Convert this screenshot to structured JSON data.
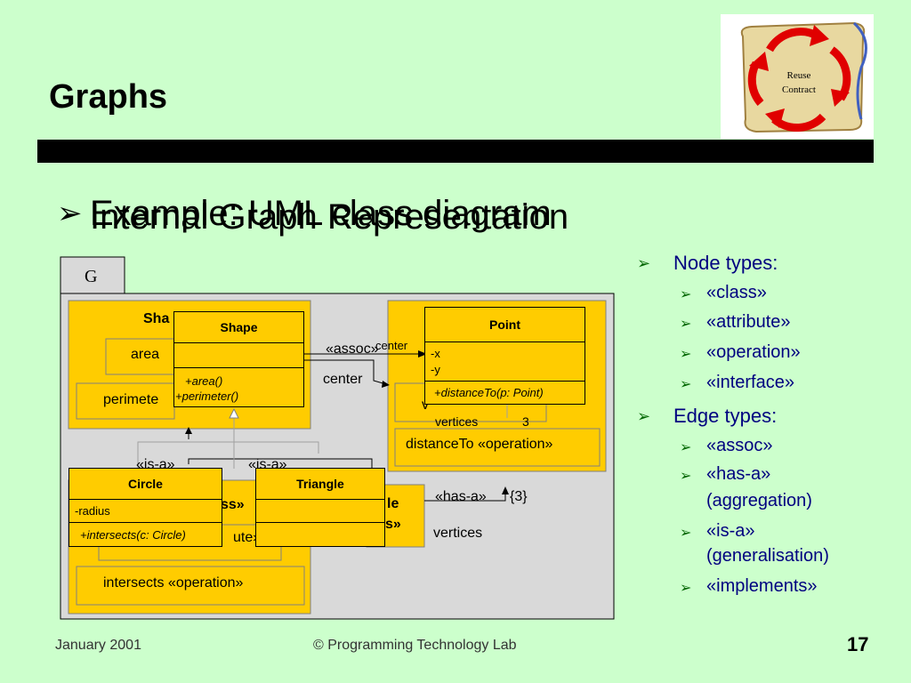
{
  "slide": {
    "title": "Graphs",
    "heading_behind": "Example: UML class diagram",
    "heading_front": "Internal Graph Representation",
    "bullet": "➢",
    "logo_text": [
      "Reuse",
      "Contract"
    ]
  },
  "diagram": {
    "graph_tab": "G",
    "nodes": {
      "shape_group_label": "Sha",
      "area": "area",
      "perimeter": "perimete",
      "point_group_label": "",
      "distanceto_operation": "distanceTo «operation»",
      "circle_group_fragment": "ss»",
      "attribute_fragment": "ute»",
      "intersects_operation": "intersects «operation»",
      "triangle_group_fragment": "le",
      "triangle_group_fragment2": "s»",
      "v_fragment": "v"
    },
    "edge_labels": {
      "assoc": "«assoc»",
      "center_small": "center",
      "center": "center",
      "vertices_small": "vertices",
      "three": "3",
      "is_a_1": "«is-a»",
      "is_a_2": "«is-a»",
      "has_a": "«has-a»",
      "multiplicity": "{3}",
      "vertices": "vertices"
    },
    "classes": {
      "shape": {
        "name": "Shape",
        "ops": [
          "+area()",
          "+perimeter()"
        ]
      },
      "point": {
        "name": "Point",
        "attrs": [
          "-x",
          "-y"
        ],
        "ops": [
          "+distanceTo(p: Point)"
        ]
      },
      "circle": {
        "name": "Circle",
        "attrs": [
          "-radius"
        ],
        "ops": [
          "+intersects(c: Circle)"
        ]
      },
      "triangle": {
        "name": "Triangle"
      }
    }
  },
  "right_list": [
    {
      "level": 1,
      "text": "Node types:"
    },
    {
      "level": 2,
      "text": "«class»"
    },
    {
      "level": 2,
      "text": "«attribute»"
    },
    {
      "level": 2,
      "text": "«operation»"
    },
    {
      "level": 2,
      "text": "«interface»"
    },
    {
      "level": 1,
      "text": "Edge types:"
    },
    {
      "level": 2,
      "text": "«assoc»"
    },
    {
      "level": 2,
      "text": "«has-a»"
    },
    {
      "level": 2,
      "text": "(aggregation)",
      "continuation": true
    },
    {
      "level": 2,
      "text": "«is-a»"
    },
    {
      "level": 2,
      "text": "(generalisation)",
      "continuation": true
    },
    {
      "level": 2,
      "text": "«implements»"
    }
  ],
  "footer": {
    "date": "January 2001",
    "copyright": "© Programming Technology Lab",
    "page": "17"
  },
  "colors": {
    "background": "#ccffcc",
    "diagram_panel": "#d9d9d9",
    "class_fill": "#ffcc00",
    "bullet_text": "#000080",
    "arrow": "#006600"
  }
}
